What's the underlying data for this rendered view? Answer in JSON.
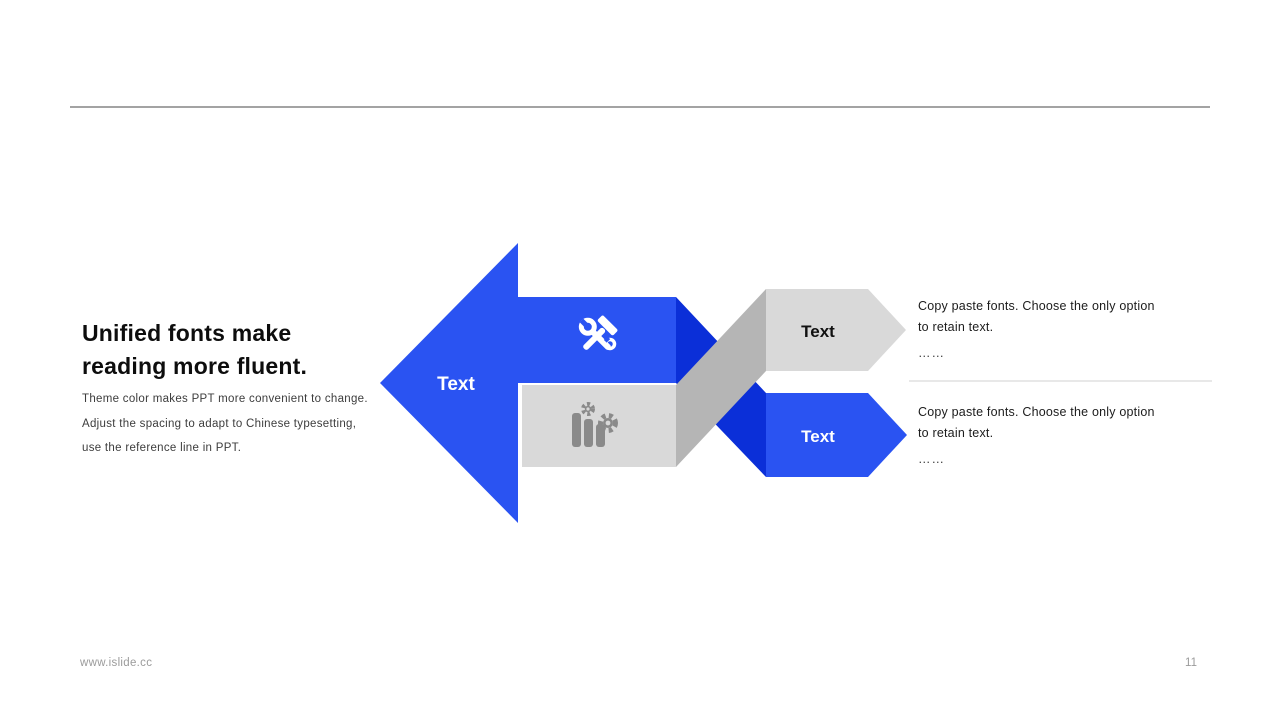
{
  "slide": {
    "title_lines": [
      "Unified fonts make",
      "reading more fluent."
    ],
    "body_lines": [
      "Theme color makes PPT more convenient to change.",
      "Adjust the spacing to adapt to Chinese typesetting,",
      "use the reference line in PPT."
    ],
    "footer": {
      "website": "www.islide.cc",
      "page_number": "11"
    }
  },
  "diagram": {
    "left_arrow_label": "Text",
    "top_arrow_label": "Text",
    "bottom_arrow_label": "Text",
    "icons": {
      "top": "wrench-hammer",
      "bottom": "bar-chart-gears"
    },
    "top_note": {
      "line1": "Copy paste fonts. Choose the only option",
      "line2": "to retain text.",
      "ellipsis": "……"
    },
    "bottom_note": {
      "line1": "Copy paste fonts. Choose the only option",
      "line2": "to retain text.",
      "ellipsis": "……"
    }
  },
  "colors": {
    "blue": "#2A53F2",
    "dark_blue": "#0B2FD8",
    "light_gray": "#D9D9D9",
    "mid_gray": "#B5B5B5",
    "icon_gray": "#8A8A8A",
    "white": "#FFFFFF",
    "label_dark": "#111111"
  }
}
